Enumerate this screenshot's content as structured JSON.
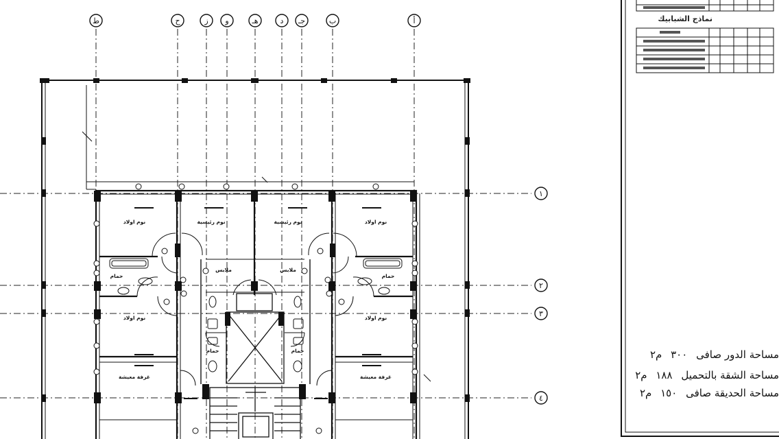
{
  "grid_columns": [
    "ط",
    "ح",
    "ز",
    "و",
    "هـ",
    "د",
    "جـ",
    "ب",
    "أ"
  ],
  "grid_rows": [
    "١",
    "٢",
    "٣",
    "٤"
  ],
  "rooms": [
    {
      "label": "نوم اولاد"
    },
    {
      "label": "نوم رئيسية"
    },
    {
      "label": "نوم رئيسية"
    },
    {
      "label": "نوم اولاد"
    },
    {
      "label": "ملابس"
    },
    {
      "label": "ملابس"
    },
    {
      "label": "حمام"
    },
    {
      "label": "حمام"
    },
    {
      "label": "نوم اولاد"
    },
    {
      "label": "نوم اولاد"
    },
    {
      "label": "حمام"
    },
    {
      "label": "حمام"
    },
    {
      "label": "غرفة معيشة"
    },
    {
      "label": "غرفة معيشة"
    }
  ],
  "windows_table": {
    "title": "نماذج الشبابيك"
  },
  "areas": [
    {
      "label": "مساحة الدور صافى",
      "value": "٣٠٠",
      "unit": "م٢"
    },
    {
      "label": "مساحة الشقة بالتحميل",
      "value": "١٨٨",
      "unit": "م٢"
    },
    {
      "label": "مساحة الحديقة صافى",
      "value": "١٥٠",
      "unit": "م٢"
    }
  ],
  "colors": {
    "ink": "#111111",
    "hatch": "#333333",
    "paper": "#ffffff"
  }
}
